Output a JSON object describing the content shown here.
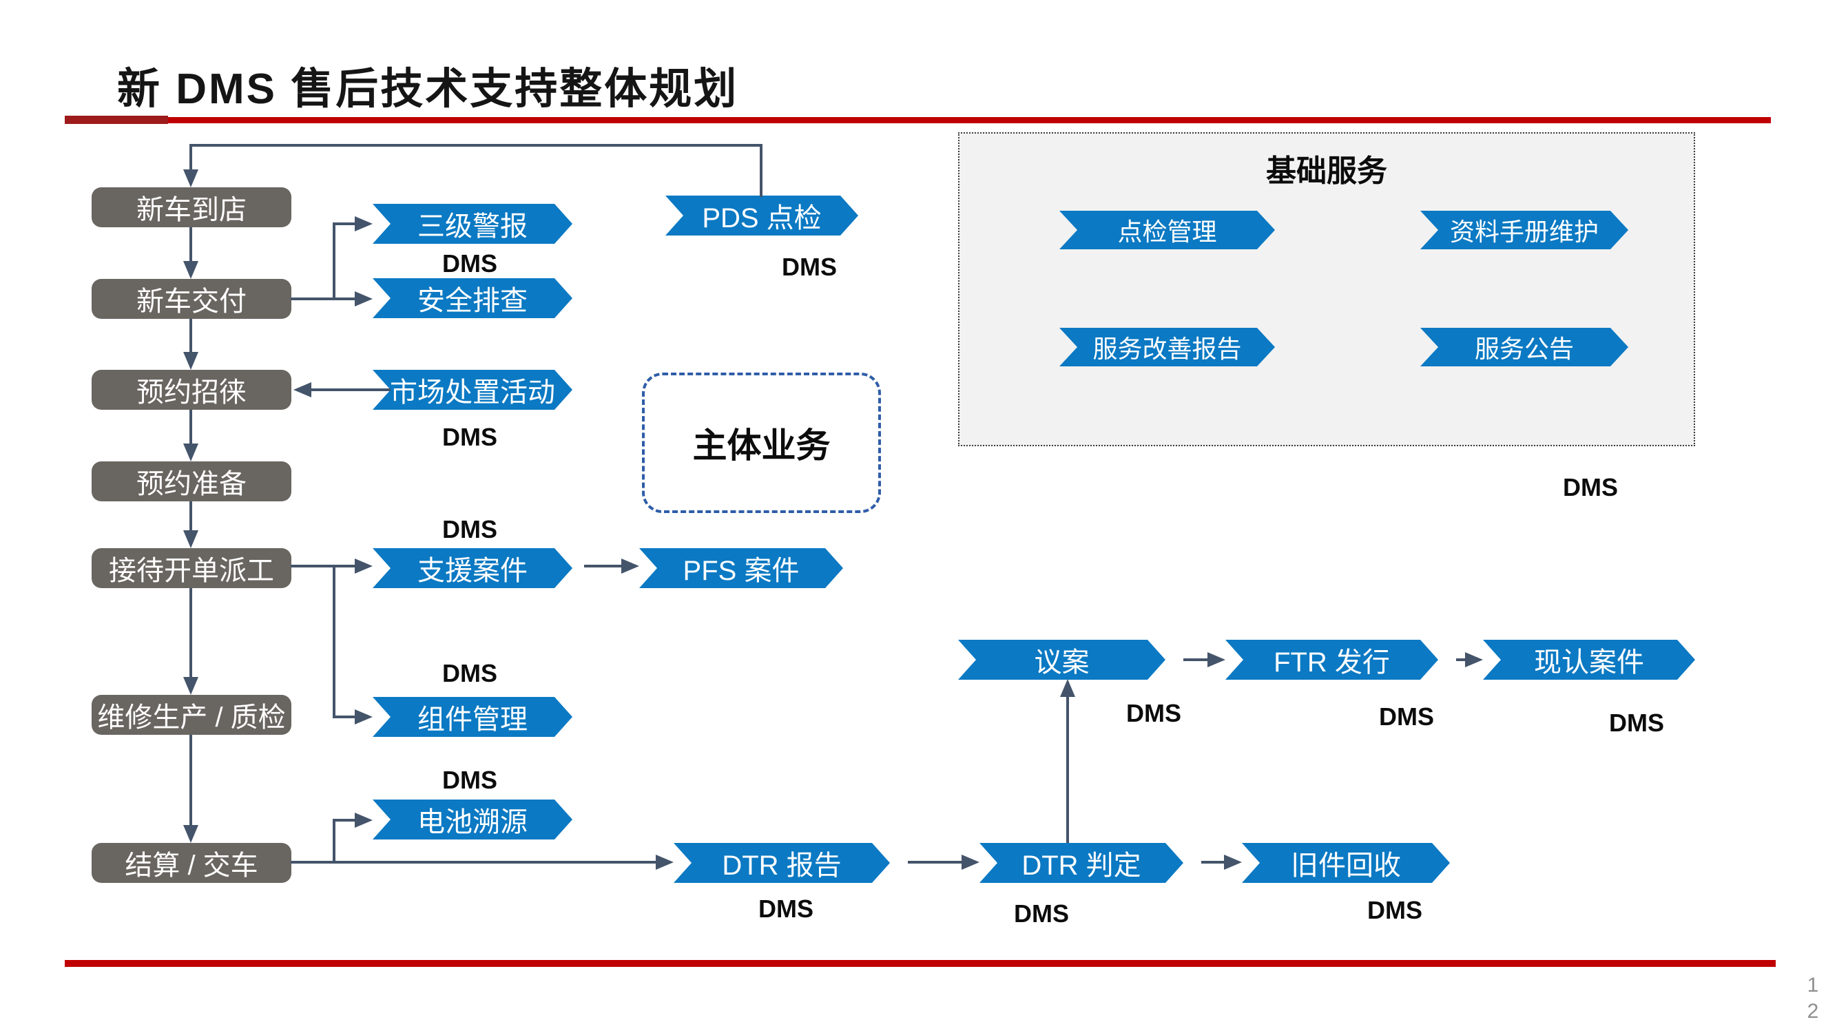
{
  "title": "新 DMS 售后技术支持整体规划",
  "dms_label": "DMS",
  "stages": [
    "新车到店",
    "新车交付",
    "预约招徕",
    "预约准备",
    "接待开单派工",
    "维修生产 / 质检",
    "结算 / 交车"
  ],
  "banners": {
    "sanji": "三级警报",
    "anquan": "安全排查",
    "shichang": "市场处置活动",
    "pds": "PDS 点检",
    "zhiyuan": "支援案件",
    "pfs": "PFS 案件",
    "zujian": "组件管理",
    "dianchi": "电池溯源",
    "dtr_report": "DTR 报告",
    "dtr_judge": "DTR 判定",
    "jiujian": "旧件回收",
    "yian": "议案",
    "ftr": "FTR 发行",
    "xianren": "现认案件"
  },
  "main_business": "主体业务",
  "base_services": {
    "title": "基础服务",
    "items": [
      "点检管理",
      "资料手册维护",
      "服务改善报告",
      "服务公告"
    ]
  },
  "page_number": {
    "line1": "1",
    "line2": "2"
  },
  "colors": {
    "banner_blue": "#0B79C3",
    "stage_gray": "#696560",
    "connector": "#44546A",
    "red_line": "#C00000",
    "red_line_dark": "#9E1B1B",
    "panel_bg": "#F2F2F2",
    "dms_text": "#0C0C0C",
    "page_number_gray": "#8F8F8F"
  }
}
